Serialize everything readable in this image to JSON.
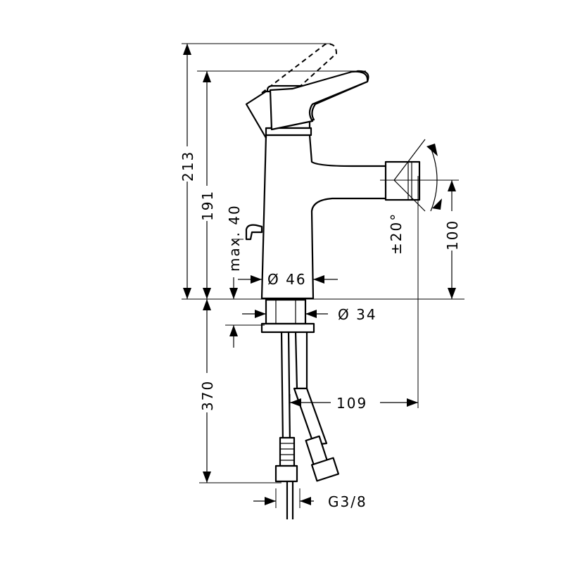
{
  "dimensions": {
    "height_total": "213",
    "height_spout": "191",
    "max_thickness": "max. 40",
    "body_diameter": "Ø 46",
    "shank_diameter": "Ø 34",
    "swivel_angle": "±20°",
    "outlet_height": "100",
    "hose_length": "370",
    "projection": "109",
    "thread": "G3/8"
  }
}
